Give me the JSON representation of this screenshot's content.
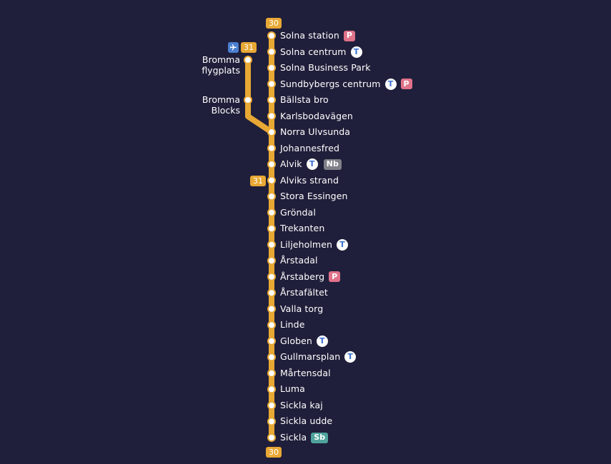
{
  "colors": {
    "background": "#1f1f3b",
    "line": "#e8a834",
    "stop_fill": "#ffffff",
    "metro_badge_bg": "#ffffff",
    "metro_badge_text": "#3b6fd1",
    "parking_badge": "#e0728a",
    "nb_badge": "#808088",
    "sb_badge": "#4fa39c",
    "airport_badge": "#4a7fcf"
  },
  "lines": {
    "main": {
      "number": "30",
      "top_badge": "30",
      "bottom_badge": "30"
    },
    "branch": {
      "number": "31",
      "top_badge": "31",
      "alviks_strand_badge": "31",
      "airport_icon": "airplane-icon"
    }
  },
  "branch_stations": [
    {
      "name_line1": "Bromma",
      "name_line2": "flygplats"
    },
    {
      "name_line1": "Bromma",
      "name_line2": "Blocks"
    }
  ],
  "stations": [
    {
      "name": "Solna station",
      "badges": [
        "P"
      ]
    },
    {
      "name": "Solna centrum",
      "badges": [
        "T"
      ]
    },
    {
      "name": "Solna Business Park",
      "badges": []
    },
    {
      "name": "Sundbybergs centrum",
      "badges": [
        "T",
        "P"
      ]
    },
    {
      "name": "Bällsta bro",
      "badges": []
    },
    {
      "name": "Karlsbodavägen",
      "badges": []
    },
    {
      "name": "Norra Ulvsunda",
      "badges": []
    },
    {
      "name": "Johannesfred",
      "badges": []
    },
    {
      "name": "Alvik",
      "badges": [
        "T",
        "Nb"
      ]
    },
    {
      "name": "Alviks strand",
      "badges": []
    },
    {
      "name": "Stora Essingen",
      "badges": []
    },
    {
      "name": "Gröndal",
      "badges": []
    },
    {
      "name": "Trekanten",
      "badges": []
    },
    {
      "name": "Liljeholmen",
      "badges": [
        "T"
      ]
    },
    {
      "name": "Årstadal",
      "badges": []
    },
    {
      "name": "Årstaberg",
      "badges": [
        "P"
      ]
    },
    {
      "name": "Årstafältet",
      "badges": []
    },
    {
      "name": "Valla torg",
      "badges": []
    },
    {
      "name": "Linde",
      "badges": []
    },
    {
      "name": "Globen",
      "badges": [
        "T"
      ]
    },
    {
      "name": "Gullmarsplan",
      "badges": [
        "T"
      ]
    },
    {
      "name": "Mårtensdal",
      "badges": []
    },
    {
      "name": "Luma",
      "badges": []
    },
    {
      "name": "Sickla kaj",
      "badges": []
    },
    {
      "name": "Sickla udde",
      "badges": []
    },
    {
      "name": "Sickla",
      "badges": [
        "Sb"
      ]
    }
  ]
}
